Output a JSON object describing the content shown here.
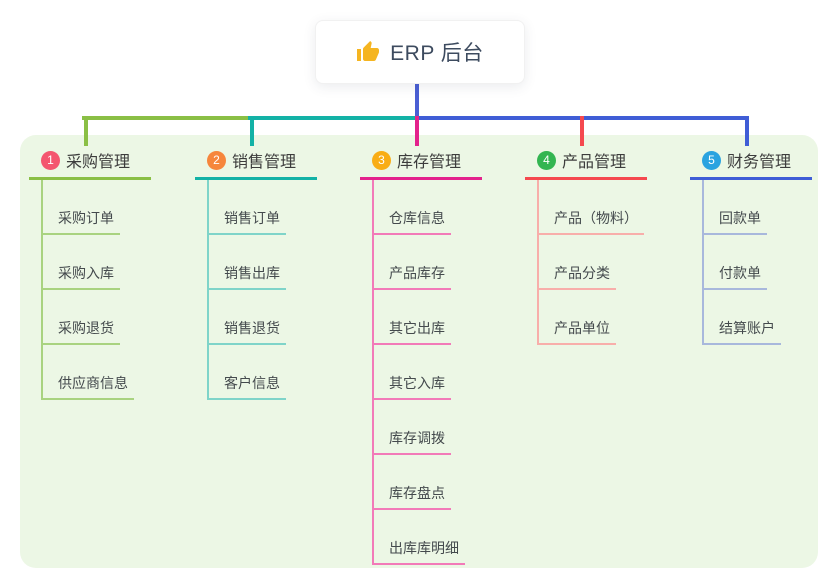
{
  "root": {
    "title": "ERP 后台",
    "icon": "thumbs-up-icon",
    "icon_color": "#f5b521",
    "line_color": "#4a5fd4"
  },
  "panel": {
    "background": "#ecf7e5"
  },
  "branches": [
    {
      "num": "1",
      "label": "采购管理",
      "badge_color": "#f4566f",
      "line_color": "#8abf45",
      "child_line_color": "#a9d380",
      "children": [
        "采购订单",
        "采购入库",
        "采购退货",
        "供应商信息"
      ]
    },
    {
      "num": "2",
      "label": "销售管理",
      "badge_color": "#f6863c",
      "line_color": "#13b2a6",
      "child_line_color": "#7fd4c9",
      "children": [
        "销售订单",
        "销售出库",
        "销售退货",
        "客户信息"
      ]
    },
    {
      "num": "3",
      "label": "库存管理",
      "badge_color": "#f9ad15",
      "line_color": "#e3228c",
      "child_line_color": "#f27ab8",
      "children": [
        "仓库信息",
        "产品库存",
        "其它出库",
        "其它入库",
        "库存调拨",
        "库存盘点",
        "出库库明细"
      ]
    },
    {
      "num": "4",
      "label": "产品管理",
      "badge_color": "#33b551",
      "line_color": "#f5494f",
      "child_line_color": "#f8aeaa",
      "children": [
        "产品（物料）",
        "产品分类",
        "产品单位"
      ]
    },
    {
      "num": "5",
      "label": "财务管理",
      "badge_color": "#2aa3e0",
      "line_color": "#3f5dd6",
      "child_line_color": "#a8b8dc",
      "children": [
        "回款单",
        "付款单",
        "结算账户"
      ]
    }
  ]
}
